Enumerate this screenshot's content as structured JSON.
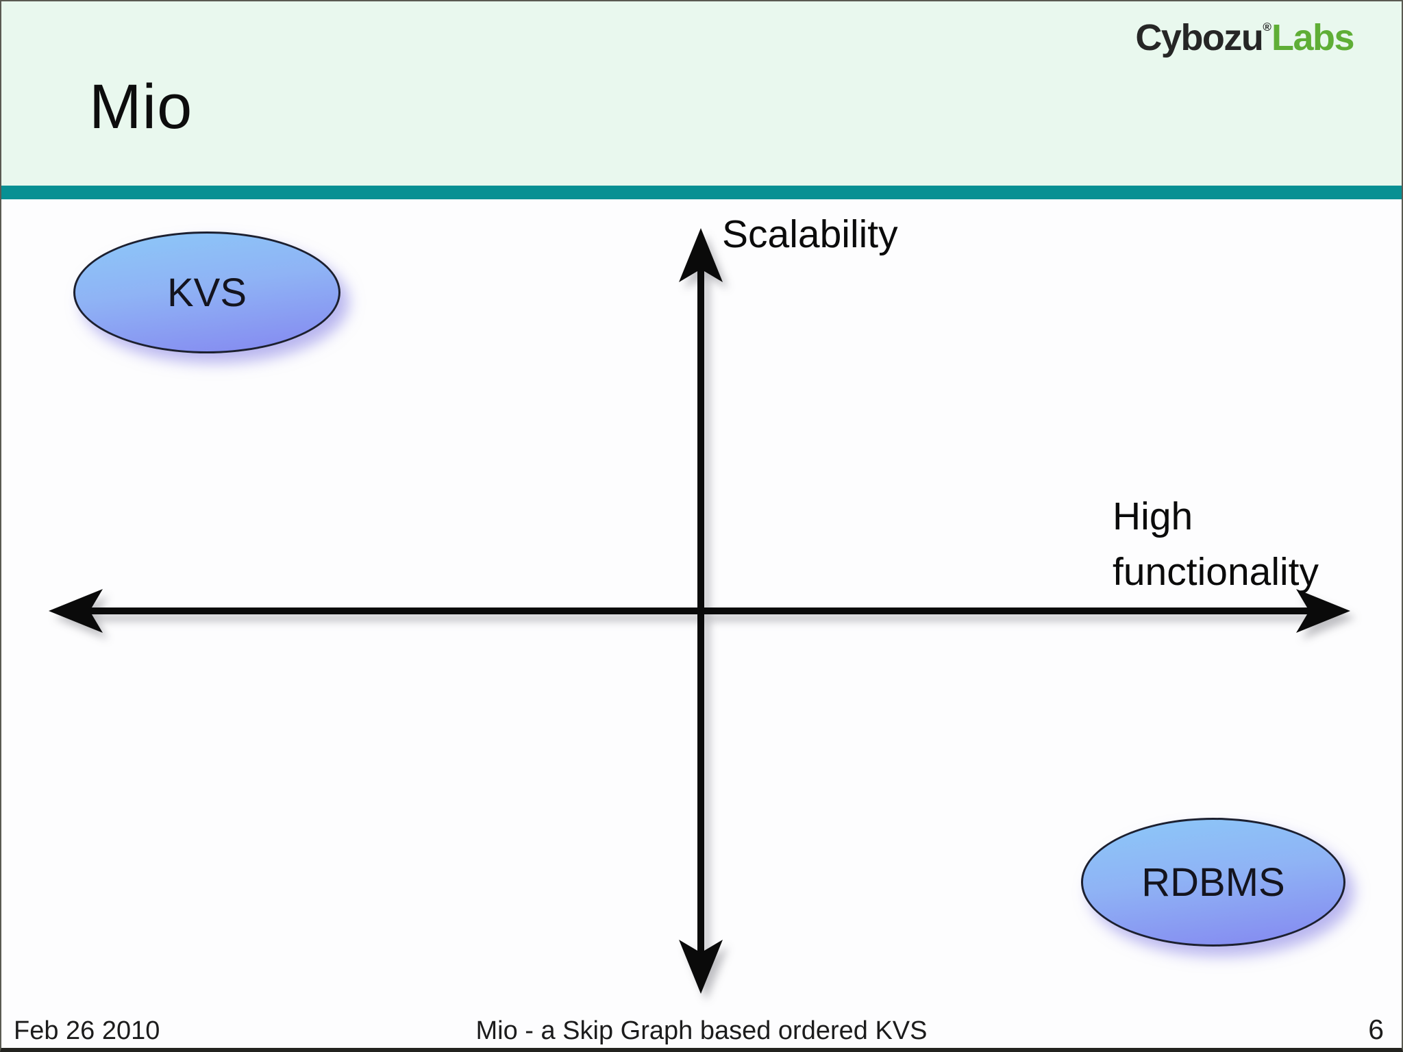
{
  "slide": {
    "title": "Mio",
    "logo": {
      "brand": "Cybozu",
      "registered": "®",
      "suffix": "Labs"
    },
    "colors": {
      "header_bg": "#e9f8ee",
      "divider_teal": "#089093",
      "logo_brand": "#262626",
      "logo_suffix_green": "#5fae36",
      "axis_black": "#0a0a0a",
      "ellipse_gradient_top": "#8cc8f8",
      "ellipse_gradient_bottom": "#8487f0",
      "ellipse_border": "#1c2030"
    },
    "diagram": {
      "vertical_axis_label": "Scalability",
      "horizontal_axis_label_line1": "High",
      "horizontal_axis_label_line2": "functionality",
      "nodes": [
        {
          "label": "KVS",
          "quadrant": "top-left"
        },
        {
          "label": "RDBMS",
          "quadrant": "bottom-right"
        }
      ]
    },
    "footer": {
      "date": "Feb 26 2010",
      "caption": "Mio - a Skip Graph based ordered KVS",
      "page_number": "6"
    }
  }
}
